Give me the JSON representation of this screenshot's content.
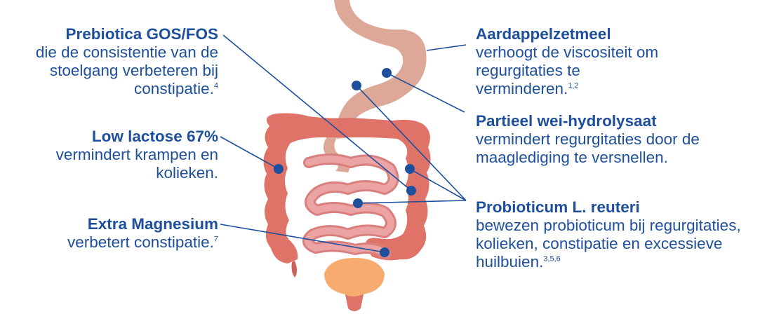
{
  "labels": {
    "prebiotica": {
      "title": "Prebiotica GOS/FOS",
      "text": "die de consistentie van de stoelgang verbeteren bij constipatie.",
      "ref": "4"
    },
    "lactose": {
      "title": "Low lactose 67%",
      "text": "vermindert krampen en kolieken.",
      "ref": ""
    },
    "magnesium": {
      "title": "Extra Magnesium",
      "text": "verbetert constipatie.",
      "ref": "7"
    },
    "zetmeel": {
      "title": "Aardappelzetmeel",
      "text": "verhoogt de viscositeit om regurgitaties te verminderen.",
      "ref": "1,2"
    },
    "wei": {
      "title": "Partieel wei-hydrolysaat",
      "text": "vermindert regurgitaties door de maaglediging te versnellen.",
      "ref": ""
    },
    "probioticum": {
      "title": "Probioticum L. reuteri",
      "text": "bewezen probioticum bij regurgitaties, kolieken, constipatie en excessieve huilbuien.",
      "ref": "3,5,6"
    }
  },
  "colors": {
    "text": "#1d4f9c",
    "line": "#1d4f9c",
    "dot": "#1d4f9c",
    "stomach": "#dda897",
    "large_intestine": "#e07368",
    "large_intestine_dark": "#cf6055",
    "small_intestine": "#eba3a3",
    "small_intestine_outline": "#d9807f",
    "rectum": "#f5ac6e"
  }
}
